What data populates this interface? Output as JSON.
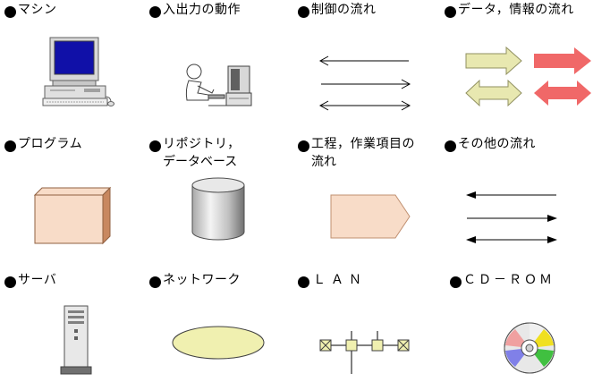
{
  "legend": {
    "machine": "マシン",
    "io_action": "入出力の動作",
    "control_flow": "制御の流れ",
    "data_info_flow": "データ，情報の流れ",
    "program": "プログラム",
    "repository_line1": "リポジトリ，",
    "repository_line2": "データベース",
    "process_flow_line1": "工程，作業項目の",
    "process_flow_line2": "流れ",
    "other_flow": "その他の流れ",
    "server": "サーバ",
    "network": "ネットワーク",
    "lan": "ＬＡＮ",
    "cdrom": "ＣＤ－ＲＯＭ"
  },
  "colors": {
    "data_arrow_light": "#e8e8b0",
    "data_arrow_red": "#f06868",
    "program_box": "#f8dcc8",
    "program_side": "#c88860",
    "process_arrow": "#f8dcc8",
    "network_ellipse": "#f0f0b0",
    "lan_node": "#f0f0b0",
    "screen_blue": "#1010a8"
  }
}
